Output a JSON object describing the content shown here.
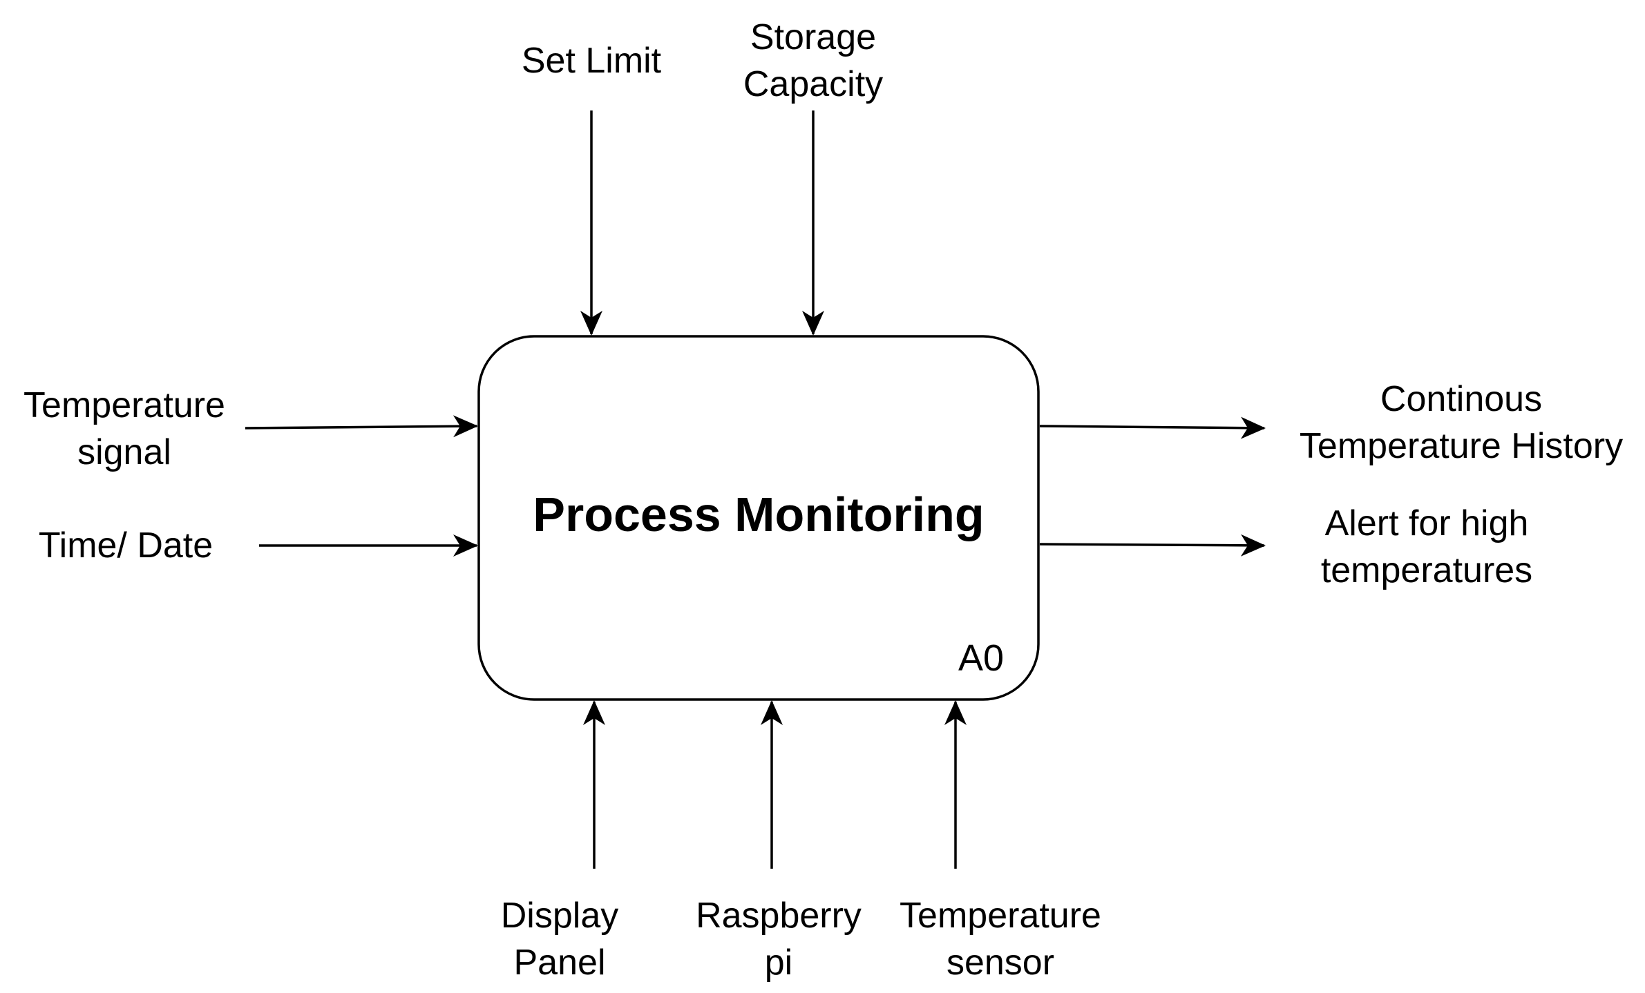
{
  "process": {
    "title": "Process Monitoring",
    "id": "A0"
  },
  "controls": {
    "set_limit": {
      "line1": "Set Limit"
    },
    "storage_capacity": {
      "line1": "Storage",
      "line2": "Capacity"
    }
  },
  "inputs": {
    "temperature_signal": {
      "line1": "Temperature",
      "line2": "signal"
    },
    "time_date": {
      "line1": "Time/ Date"
    }
  },
  "outputs": {
    "temperature_history": {
      "line1": "Continous",
      "line2": "Temperature History"
    },
    "high_temp_alert": {
      "line1": "Alert for high",
      "line2": "temperatures"
    }
  },
  "mechanisms": {
    "display_panel": {
      "line1": "Display",
      "line2": "Panel"
    },
    "raspberry_pi": {
      "line1": "Raspberry",
      "line2": "pi"
    },
    "temperature_sensor": {
      "line1": "Temperature",
      "line2": "sensor"
    }
  }
}
